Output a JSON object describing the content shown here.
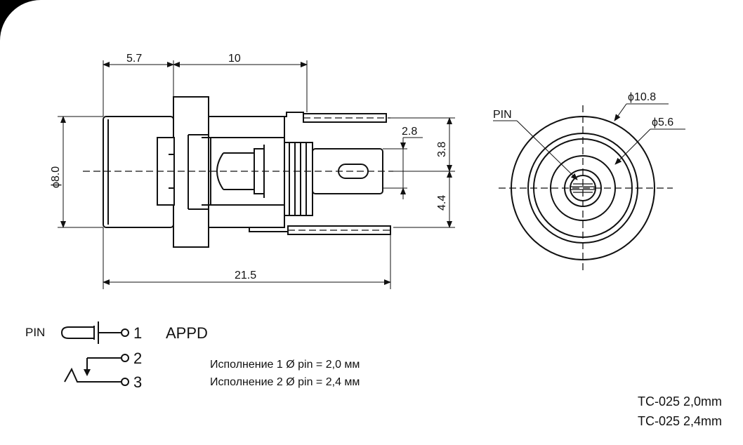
{
  "dimensions": {
    "d_5_7": "5.7",
    "d_10": "10",
    "d_8_0": "ϕ8.0",
    "d_2_8": "2.8",
    "d_3_8": "3.8",
    "d_4_4": "4.4",
    "d_21_5": "21.5",
    "d_10_8": "ϕ10.8",
    "d_5_6": "ϕ5.6",
    "front_pin": "PIN"
  },
  "schematic": {
    "pin_label": "PIN",
    "t1": "1",
    "t2": "2",
    "t3": "3",
    "name": "APPD"
  },
  "notes": [
    "Исполнение 1   Ø pin = 2,0 мм",
    "Исполнение 2   Ø pin = 2,4 мм"
  ],
  "models": [
    "TC-025 2,0mm",
    "TC-025 2,4mm"
  ]
}
